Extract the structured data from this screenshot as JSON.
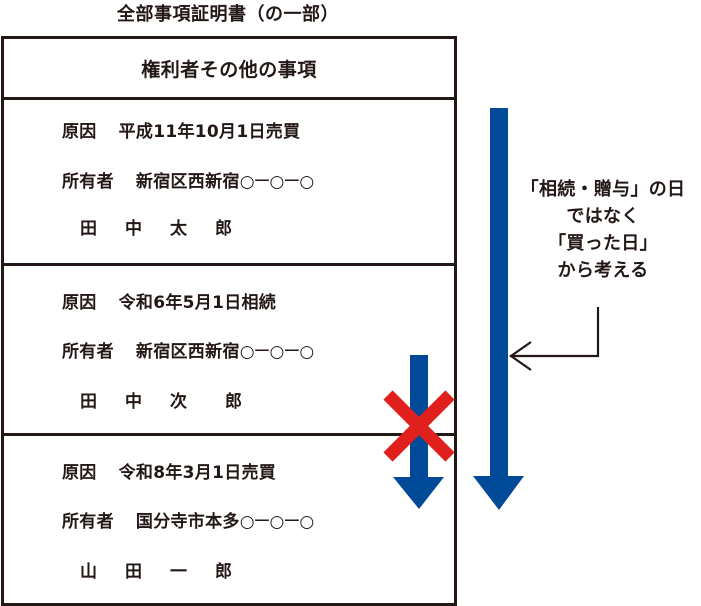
{
  "title": "全部事項証明書（の一部）",
  "document": {
    "header": "権利者その他の事項",
    "entries": [
      {
        "cause_label": "原因",
        "cause_value": "平成11年10月1日売買",
        "owner_label": "所有者",
        "owner_address": "新宿区西新宿",
        "owner_address_suffix": "○ー○ー○",
        "owner_name_chars": [
          "田",
          "中",
          "太",
          "郎"
        ]
      },
      {
        "cause_label": "原因",
        "cause_value": "令和6年5月1日相続",
        "owner_label": "所有者",
        "owner_address": "新宿区西新宿",
        "owner_address_suffix": "○ー○ー○",
        "owner_name_chars": [
          "田",
          "中",
          "次",
          "郎"
        ]
      },
      {
        "cause_label": "原因",
        "cause_value": "令和8年3月1日売買",
        "owner_label": "所有者",
        "owner_address": "国分寺市本多",
        "owner_address_suffix": "○ー○ー○",
        "owner_name_chars": [
          "山",
          "田",
          "一",
          "郎"
        ]
      }
    ]
  },
  "annotation": {
    "lines": [
      "「相続・贈与」の日",
      "ではなく",
      "「買った日」",
      "から考える"
    ]
  },
  "colors": {
    "ink": "#231815",
    "arrow_blue": "#004a98",
    "cross_red": "#e0201c"
  }
}
